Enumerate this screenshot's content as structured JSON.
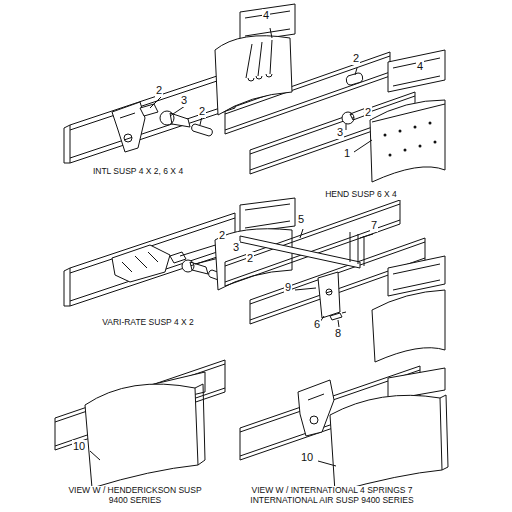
{
  "diagram": {
    "labels": [
      "4",
      "2",
      "3",
      "2",
      "2",
      "4",
      "3",
      "2",
      "1",
      "INTL SUSP 4 X 2, 6 X 4",
      "HEND SUSP 6 X 4",
      "5",
      "7",
      "2",
      "3",
      "2",
      "9",
      "6",
      "8",
      "VARI-RATE SUSP 4 X 2",
      "10",
      "10",
      "VIEW W / HENDERICKSON SUSP 9400 SERIES",
      "VIEW W / INTERNATIONAL 4 SPRINGS 7 INTERNATIONAL AIR SUSP 9400 SERIES"
    ]
  }
}
